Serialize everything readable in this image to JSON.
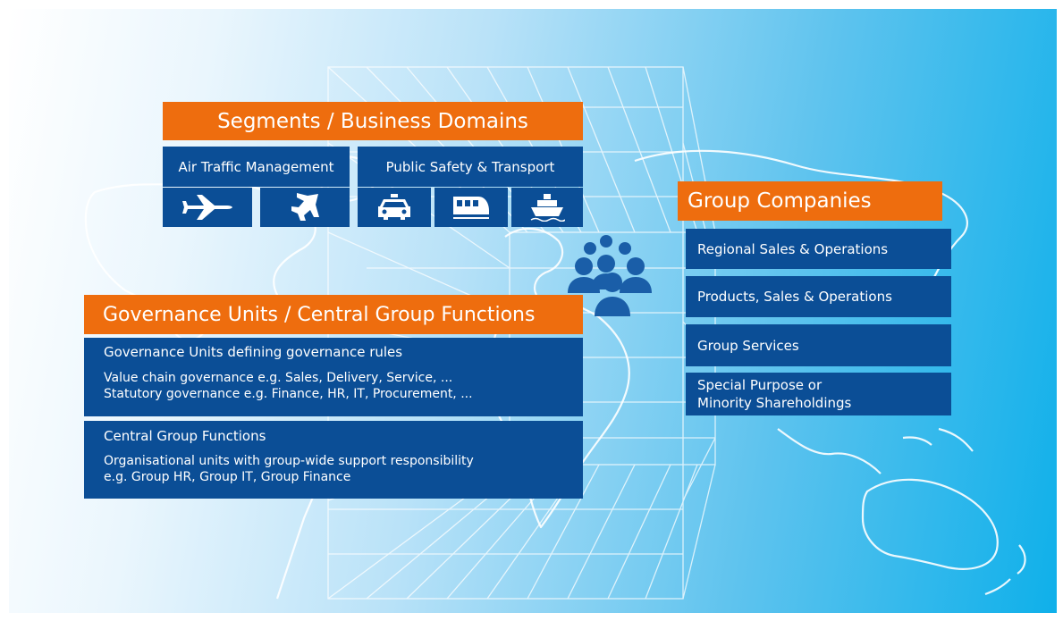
{
  "segments": {
    "title": "Segments / Business Domains",
    "domains": [
      "Air Traffic Management",
      "Public Safety & Transport"
    ],
    "icons": [
      "airplane-icon",
      "fighter-jet-icon",
      "car-icon",
      "train-icon",
      "ship-icon"
    ]
  },
  "group_companies": {
    "title": "Group Companies",
    "items": [
      "Regional Sales & Operations",
      "Products, Sales & Operations",
      "Group Services"
    ],
    "special_line1": "Special Purpose or",
    "special_line2": "Minority Shareholdings"
  },
  "governance": {
    "title": "Governance Units / Central Group Functions",
    "units": {
      "heading": "Governance Units defining governance rules",
      "line1": "Value chain governance e.g. Sales, Delivery, Service, ...",
      "line2": "Statutory governance e.g. Finance, HR, IT, Procurement, ..."
    },
    "central": {
      "heading": "Central Group Functions",
      "line1": "Organisational units with group-wide support responsibility",
      "line2": "e.g. Group HR, Group IT, Group Finance"
    }
  },
  "colors": {
    "orange_header": "#ee6d0e",
    "dark_blue_box": "#0b4e96",
    "people_icon": "#1a5ea8",
    "background_right": "#0fb0ea"
  }
}
